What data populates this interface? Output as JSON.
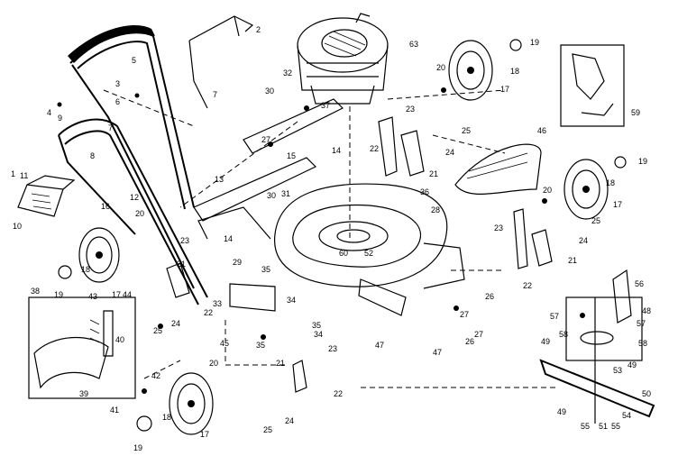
{
  "callouts": {
    "c1": "1",
    "c2": "2",
    "c3": "3",
    "c4": "4",
    "c5": "5",
    "c6": "6",
    "c7a": "7",
    "c7b": "7",
    "c8": "8",
    "c9": "9",
    "c10": "10",
    "c11": "11",
    "c12": "12",
    "c13": "13",
    "c14a": "14",
    "c14b": "14",
    "c15": "15",
    "c16": "16",
    "c17a": "17",
    "c17b": "17",
    "c17c": "17",
    "c17d": "17",
    "c18a": "18",
    "c18b": "18",
    "c18c": "18",
    "c18d": "18",
    "c19a": "19",
    "c19b": "19",
    "c19c": "19",
    "c19d": "19",
    "c20a": "20",
    "c20b": "20",
    "c20c": "20",
    "c20d": "20",
    "c21a": "21",
    "c21b": "21",
    "c21c": "21",
    "c21d": "21",
    "c22a": "22",
    "c22b": "22",
    "c22c": "22",
    "c22d": "22",
    "c23a": "23",
    "c23b": "23",
    "c23c": "23",
    "c23d": "23",
    "c24a": "24",
    "c24b": "24",
    "c24c": "24",
    "c24d": "24",
    "c25a": "25",
    "c25b": "25",
    "c25c": "25",
    "c25d": "25",
    "c26a": "26",
    "c26b": "26",
    "c27a": "27",
    "c27b": "27",
    "c27c": "27",
    "c28": "28",
    "c29": "29",
    "c30a": "30",
    "c30b": "30",
    "c31": "31",
    "c32": "32",
    "c33": "33",
    "c34a": "34",
    "c34b": "34",
    "c35a": "35",
    "c35b": "35",
    "c35c": "35",
    "c36": "36",
    "c37": "37",
    "c38": "38",
    "c39": "39",
    "c40": "40",
    "c41": "41",
    "c42": "42",
    "c43": "43",
    "c44": "44",
    "c45": "45",
    "c46": "46",
    "c47a": "47",
    "c47b": "47",
    "c48": "48",
    "c49a": "49",
    "c49b": "49",
    "c49c": "49",
    "c50": "50",
    "c51": "51",
    "c52": "52",
    "c53": "53",
    "c54": "54",
    "c55a": "55",
    "c55b": "55",
    "c56": "56",
    "c57a": "57",
    "c57b": "57",
    "c58a": "58",
    "c58b": "58",
    "c59": "59",
    "c60": "60",
    "c63": "63"
  }
}
